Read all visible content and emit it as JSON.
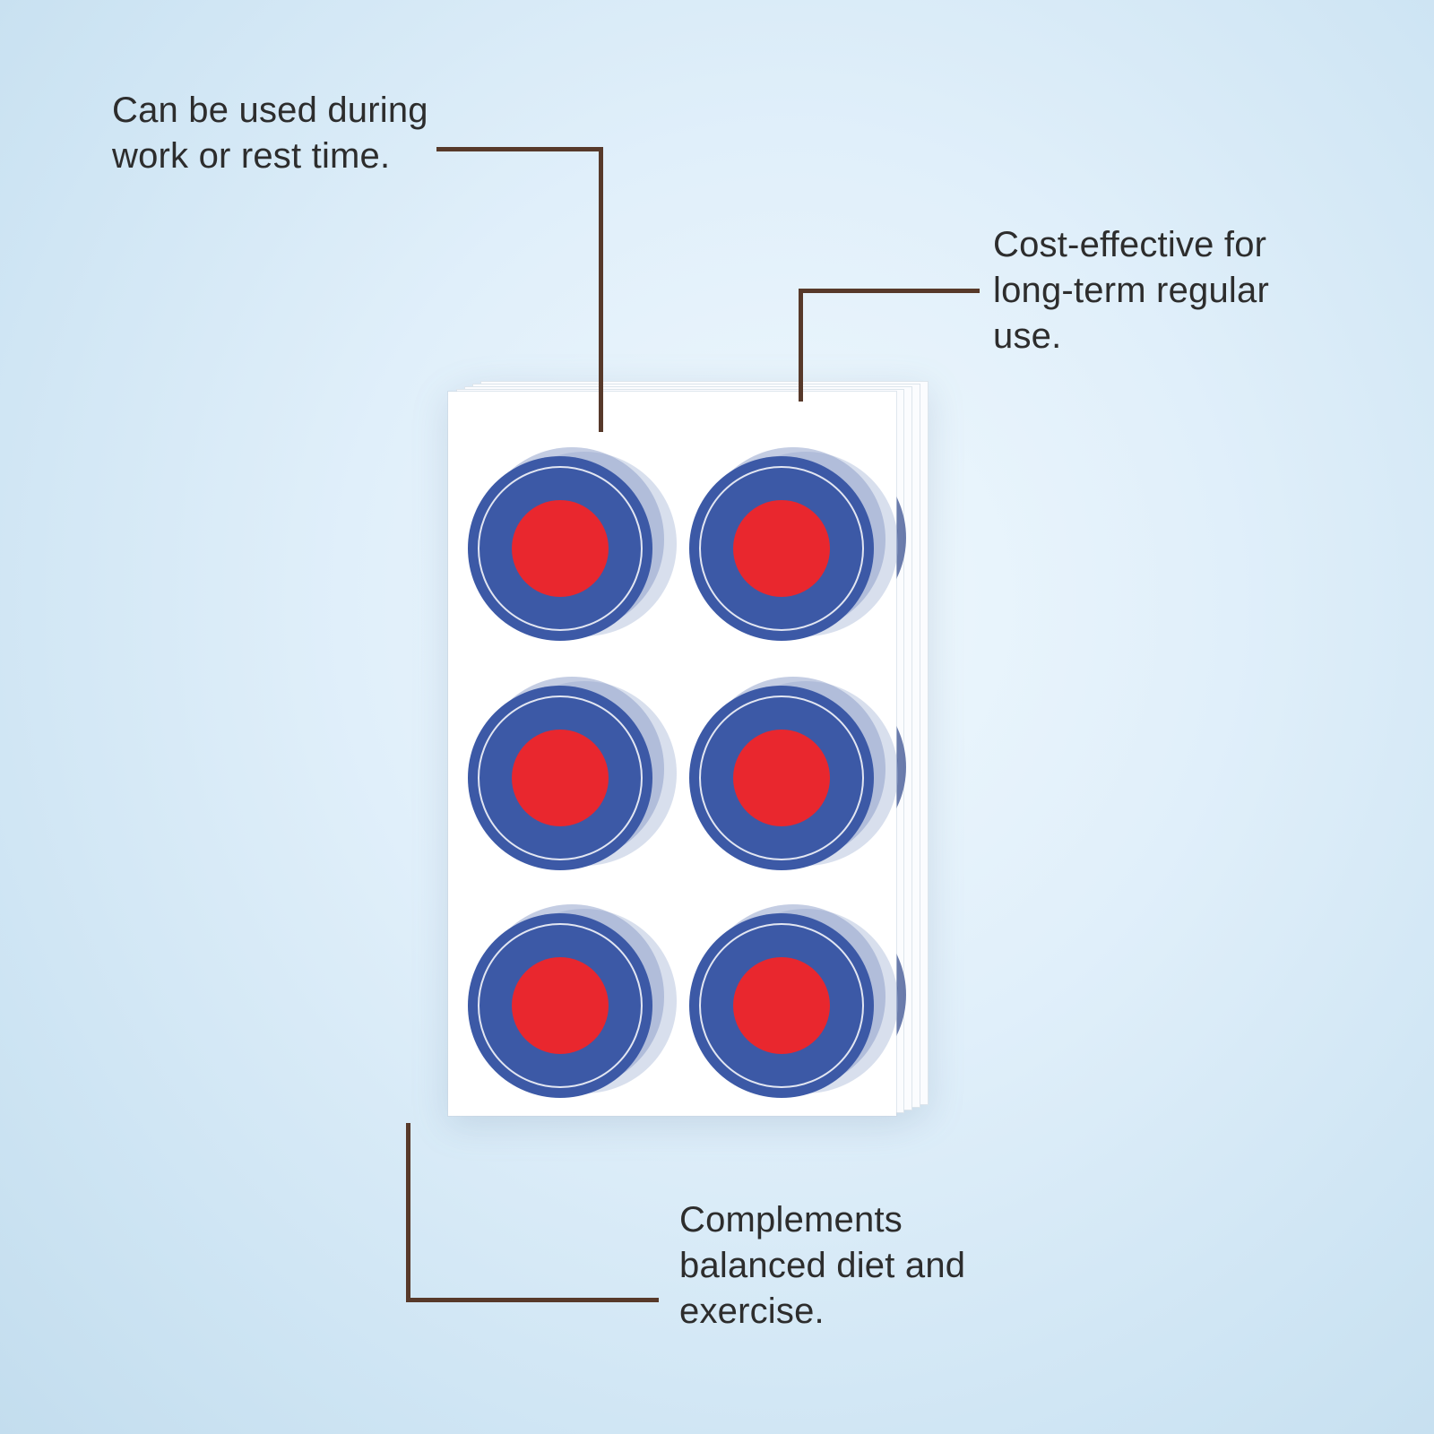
{
  "figure": {
    "type": "product-infographic",
    "subject": "stacked sheets of round adhesive patches (2 columns x 3 rows per sheet)"
  },
  "annotations": [
    {
      "id": "work-rest",
      "text": "Can be used during work or rest time."
    },
    {
      "id": "cost-effective",
      "text": "Cost-effective for long-term regular use."
    },
    {
      "id": "diet-exercise",
      "text": "Complements balanced diet and exercise."
    }
  ],
  "product": {
    "name": "patch-sheet-stack",
    "sheet_count": 5,
    "patch_rows": 3,
    "patch_cols": 2,
    "patches_per_sheet": 6
  },
  "colors": {
    "background_center": "#eff8fd",
    "background_edge": "#c3ddee",
    "connector_line": "#57392a",
    "text": "#2d2d2d",
    "sheet": "#ffffff",
    "patch_blue": "#3c59a6",
    "patch_red": "#e9272e",
    "patch_ring": "#ffffff"
  }
}
